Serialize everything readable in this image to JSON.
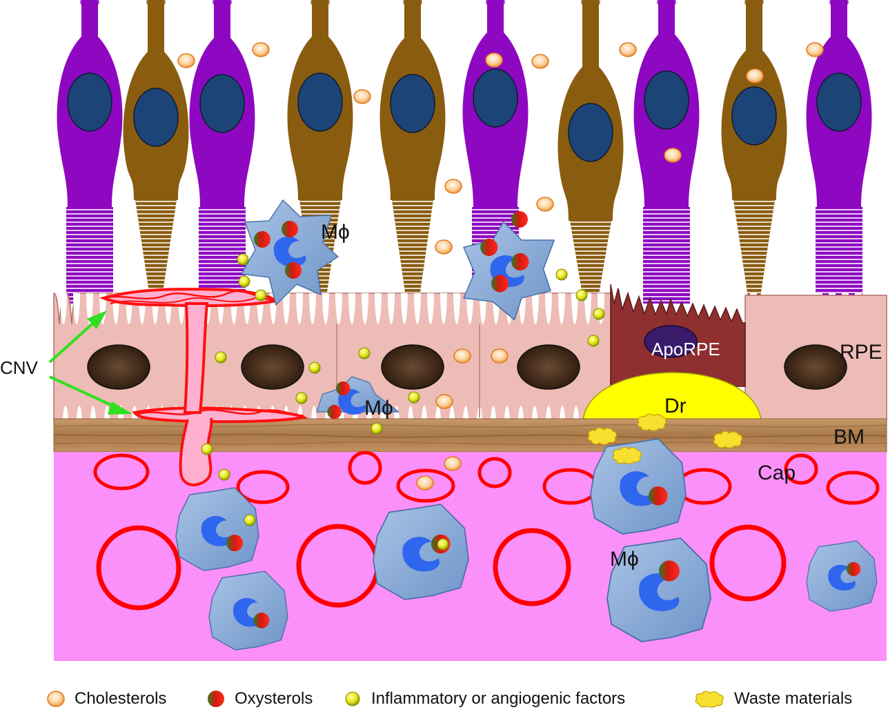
{
  "labels": {
    "cnv": "CNV",
    "rpe": "RPE",
    "bm": "BM",
    "cap": "Cap",
    "apo_rpe": "ApoRPE",
    "drusen": "Dr",
    "macrophage": "Mϕ"
  },
  "legend": {
    "cholesterols": "Cholesterols",
    "oxysterols": "Oxysterols",
    "factors": "Inflammatory or angiogenic factors",
    "waste": "Waste materials"
  },
  "colors": {
    "rod": "#8e08c2",
    "cone": "#8a5c10",
    "nucleus": "#1d4477",
    "rpe": "#eebcb6",
    "apo_rpe": "#8f2f30",
    "drusen": "#ffff00",
    "bm": "#b98a58",
    "choroid": "#fb90fa",
    "vessel": "#ff0000",
    "macrophage": "#8fb0dc",
    "cholesterol": "#f7b87b",
    "factor": "#e0e020",
    "waste": "#f7e030",
    "cnv": "#ff1010",
    "arrow": "#30e020"
  }
}
